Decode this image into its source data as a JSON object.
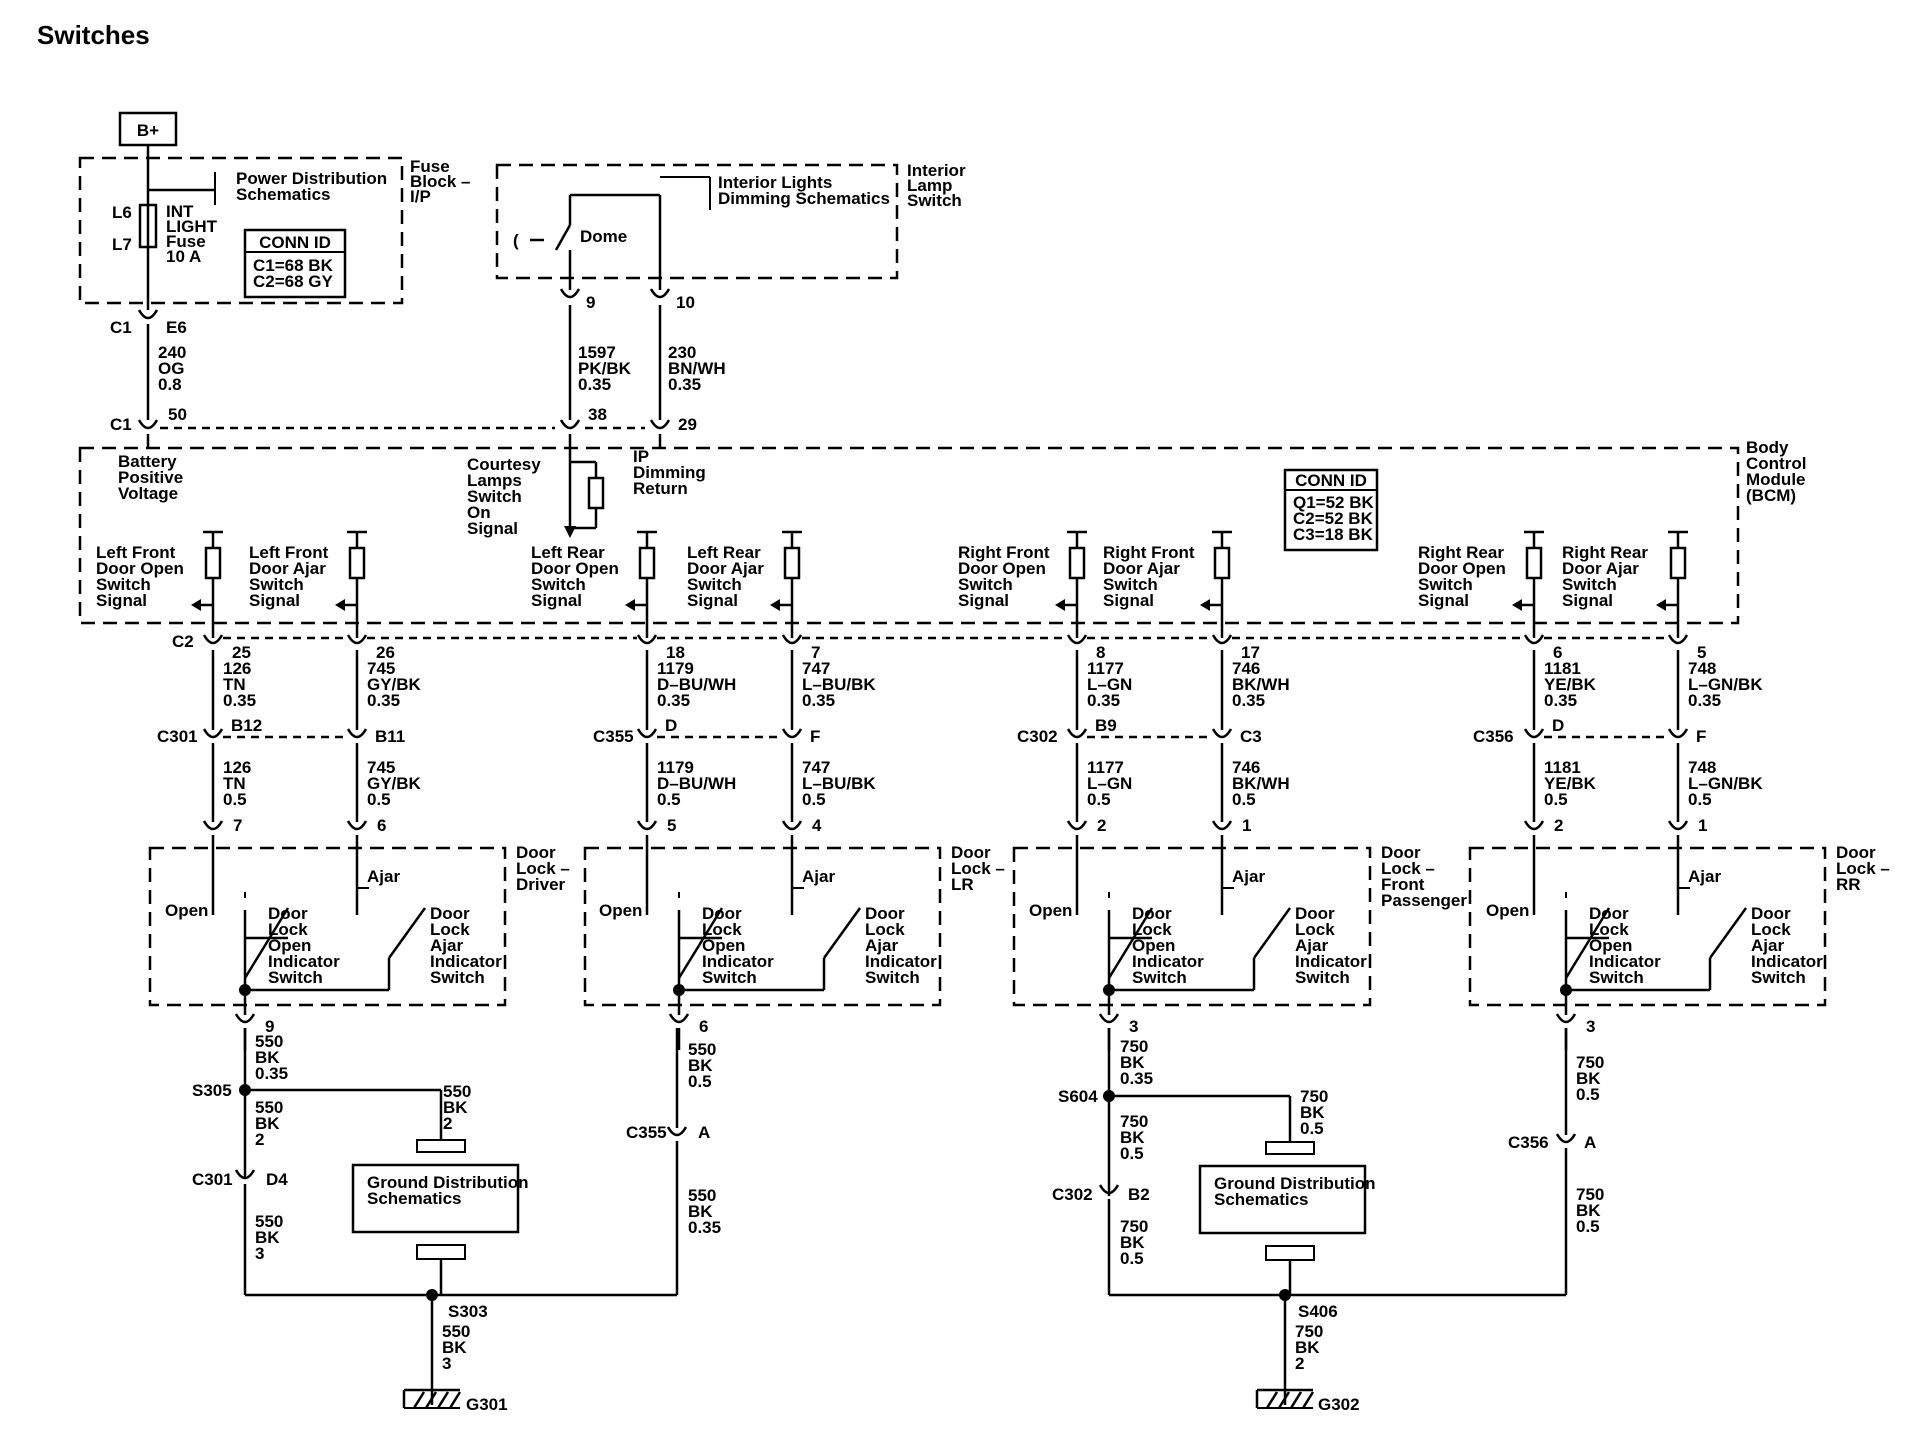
{
  "title": "Switches",
  "power": {
    "source": "B+",
    "fuse_block": [
      "Fuse",
      "Block –",
      "I/P"
    ],
    "power_dist": [
      "Power Distribution",
      "Schematics"
    ],
    "fuse_pins": [
      "L6",
      "L7"
    ],
    "fuse_label": [
      "INT",
      "LIGHT",
      "Fuse",
      "10 A"
    ],
    "conn_id": {
      "title": "CONN ID",
      "lines": [
        "C1=68 BK",
        "C2=68 GY"
      ]
    },
    "top_connector": {
      "name": "C1",
      "pin": "E6"
    },
    "wire": [
      "240",
      "OG",
      "0.8"
    ],
    "bcm_connector": {
      "name": "C1",
      "pin": "50"
    },
    "bcm_label": [
      "Battery",
      "Positive",
      "Voltage"
    ]
  },
  "interior_lamp": {
    "label": [
      "Interior",
      "Lamp",
      "Switch"
    ],
    "dimming": [
      "Interior Lights",
      "Dimming Schematics"
    ],
    "dome": "Dome",
    "pins": [
      "9",
      "10"
    ],
    "wire_left": [
      "1597",
      "PK/BK",
      "0.35"
    ],
    "wire_right": [
      "230",
      "BN/WH",
      "0.35"
    ],
    "bcm_pins": [
      "38",
      "29"
    ],
    "courtesy": [
      "Courtesy",
      "Lamps",
      "Switch",
      "On",
      "Signal"
    ],
    "ip_dimming": [
      "IP",
      "Dimming",
      "Return"
    ]
  },
  "bcm": {
    "label": [
      "Body",
      "Control",
      "Module",
      "(BCM)"
    ],
    "conn_id": {
      "title": "CONN ID",
      "lines": [
        "Q1=52 BK",
        "C2=52 BK",
        "C3=18 BK"
      ]
    },
    "connector_name": "C2",
    "signals": [
      [
        "Left Front",
        "Door Open",
        "Switch",
        "Signal"
      ],
      [
        "Left Front",
        "Door Ajar",
        "Switch",
        "Signal"
      ],
      [
        "Left Rear",
        "Door Open",
        "Switch",
        "Signal"
      ],
      [
        "Left Rear",
        "Door Ajar",
        "Switch",
        "Signal"
      ],
      [
        "Right Front",
        "Door Open",
        "Switch",
        "Signal"
      ],
      [
        "Right Front",
        "Door Ajar",
        "Switch",
        "Signal"
      ],
      [
        "Right Rear",
        "Door Open",
        "Switch",
        "Signal"
      ],
      [
        "Right Rear",
        "Door Ajar",
        "Switch",
        "Signal"
      ]
    ],
    "pins": [
      "25",
      "26",
      "18",
      "7",
      "8",
      "17",
      "6",
      "5"
    ]
  },
  "upper_wires": [
    [
      "126",
      "TN",
      "0.35"
    ],
    [
      "745",
      "GY/BK",
      "0.35"
    ],
    [
      "1179",
      "D–BU/WH",
      "0.35"
    ],
    [
      "747",
      "L–BU/BK",
      "0.35"
    ],
    [
      "1177",
      "L–GN",
      "0.35"
    ],
    [
      "746",
      "BK/WH",
      "0.35"
    ],
    [
      "1181",
      "YE/BK",
      "0.35"
    ],
    [
      "748",
      "L–GN/BK",
      "0.35"
    ]
  ],
  "inline_connectors": [
    {
      "name": "C301",
      "pins": [
        "B12",
        "B11"
      ]
    },
    {
      "name": "C355",
      "pins": [
        "D",
        "F"
      ]
    },
    {
      "name": "C302",
      "pins": [
        "B9",
        "C3"
      ]
    },
    {
      "name": "C356",
      "pins": [
        "D",
        "F"
      ]
    }
  ],
  "lower_wires": [
    [
      "126",
      "TN",
      "0.5"
    ],
    [
      "745",
      "GY/BK",
      "0.5"
    ],
    [
      "1179",
      "D–BU/WH",
      "0.5"
    ],
    [
      "747",
      "L–BU/BK",
      "0.5"
    ],
    [
      "1177",
      "L–GN",
      "0.5"
    ],
    [
      "746",
      "BK/WH",
      "0.5"
    ],
    [
      "1181",
      "YE/BK",
      "0.5"
    ],
    [
      "748",
      "L–GN/BK",
      "0.5"
    ]
  ],
  "door_pins": [
    "7",
    "6",
    "5",
    "4",
    "2",
    "1",
    "2",
    "1"
  ],
  "door_locks": [
    {
      "label": [
        "Door",
        "Lock –",
        "Driver"
      ],
      "ground_pin": "9"
    },
    {
      "label": [
        "Door",
        "Lock –",
        "LR"
      ],
      "ground_pin": "6"
    },
    {
      "label": [
        "Door",
        "Lock –",
        "Front",
        "Passenger"
      ],
      "ground_pin": "3"
    },
    {
      "label": [
        "Door",
        "Lock –",
        "RR"
      ],
      "ground_pin": "3"
    }
  ],
  "door_switch_labels": {
    "open": "Open",
    "ajar": "Ajar",
    "open_switch": [
      "Door",
      "Lock",
      "Open",
      "Indicator",
      "Switch"
    ],
    "ajar_switch": [
      "Door",
      "Lock",
      "Ajar",
      "Indicator",
      "Switch"
    ]
  },
  "ground_left": {
    "wire_top": [
      "550",
      "BK",
      "0.35"
    ],
    "splice": "S305",
    "branch_wire": [
      "550",
      "BK",
      "2"
    ],
    "wire_mid": [
      "550",
      "BK",
      "2"
    ],
    "connector": {
      "name": "C301",
      "pin": "D4"
    },
    "wire_low": [
      "550",
      "BK",
      "3"
    ],
    "ground_dist": [
      "Ground Distribution",
      "Schematics"
    ],
    "lr_wire_top": [
      "550",
      "BK",
      "0.5"
    ],
    "lr_connector": {
      "name": "C355",
      "pin": "A"
    },
    "lr_wire_low": [
      "550",
      "BK",
      "0.35"
    ],
    "splice_bottom": "S303",
    "wire_ground": [
      "550",
      "BK",
      "3"
    ],
    "ground": "G301"
  },
  "ground_right": {
    "wire_top": [
      "750",
      "BK",
      "0.35"
    ],
    "splice": "S604",
    "branch_wire": [
      "750",
      "BK",
      "0.5"
    ],
    "wire_mid": [
      "750",
      "BK",
      "0.5"
    ],
    "connector": {
      "name": "C302",
      "pin": "B2"
    },
    "wire_low": [
      "750",
      "BK",
      "0.5"
    ],
    "ground_dist": [
      "Ground Distribution",
      "Schematics"
    ],
    "rr_wire_top": [
      "750",
      "BK",
      "0.5"
    ],
    "rr_connector": {
      "name": "C356",
      "pin": "A"
    },
    "rr_wire_low": [
      "750",
      "BK",
      "0.5"
    ],
    "splice_bottom": "S406",
    "wire_ground": [
      "750",
      "BK",
      "2"
    ],
    "ground": "G302"
  }
}
